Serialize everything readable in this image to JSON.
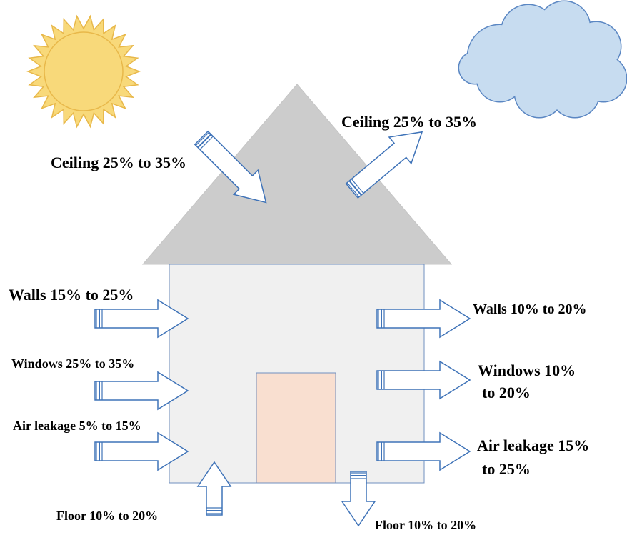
{
  "diagram": {
    "colors": {
      "sun": "#f8d97a",
      "sun_outline": "#e8b84a",
      "cloud": "#c7dcf0",
      "cloud_outline": "#5b87c3",
      "roof": "#cccccc",
      "house_body": "#f0f0f0",
      "house_outline": "#6f8fbf",
      "door": "#f9dfd0",
      "arrow_fill": "#ffffff",
      "arrow_outline": "#3f73b8"
    },
    "icons": {
      "sun": "sun-icon",
      "cloud": "cloud-icon"
    },
    "labels": {
      "ceiling_in": "Ceiling 25% to 35%",
      "ceiling_out": "Ceiling 25% to 35%",
      "walls_in": "Walls 15% to 25%",
      "walls_out": "Walls 10% to 20%",
      "windows_in": "Windows 25% to 35%",
      "windows_out_line1": "Windows 10%",
      "windows_out_line2": "to 20%",
      "air_in": "Air leakage 5% to 15%",
      "air_out_line1": "Air leakage 15%",
      "air_out_line2": "to 25%",
      "floor_in": "Floor 10% to 20%",
      "floor_out": "Floor 10% to 20%"
    }
  }
}
